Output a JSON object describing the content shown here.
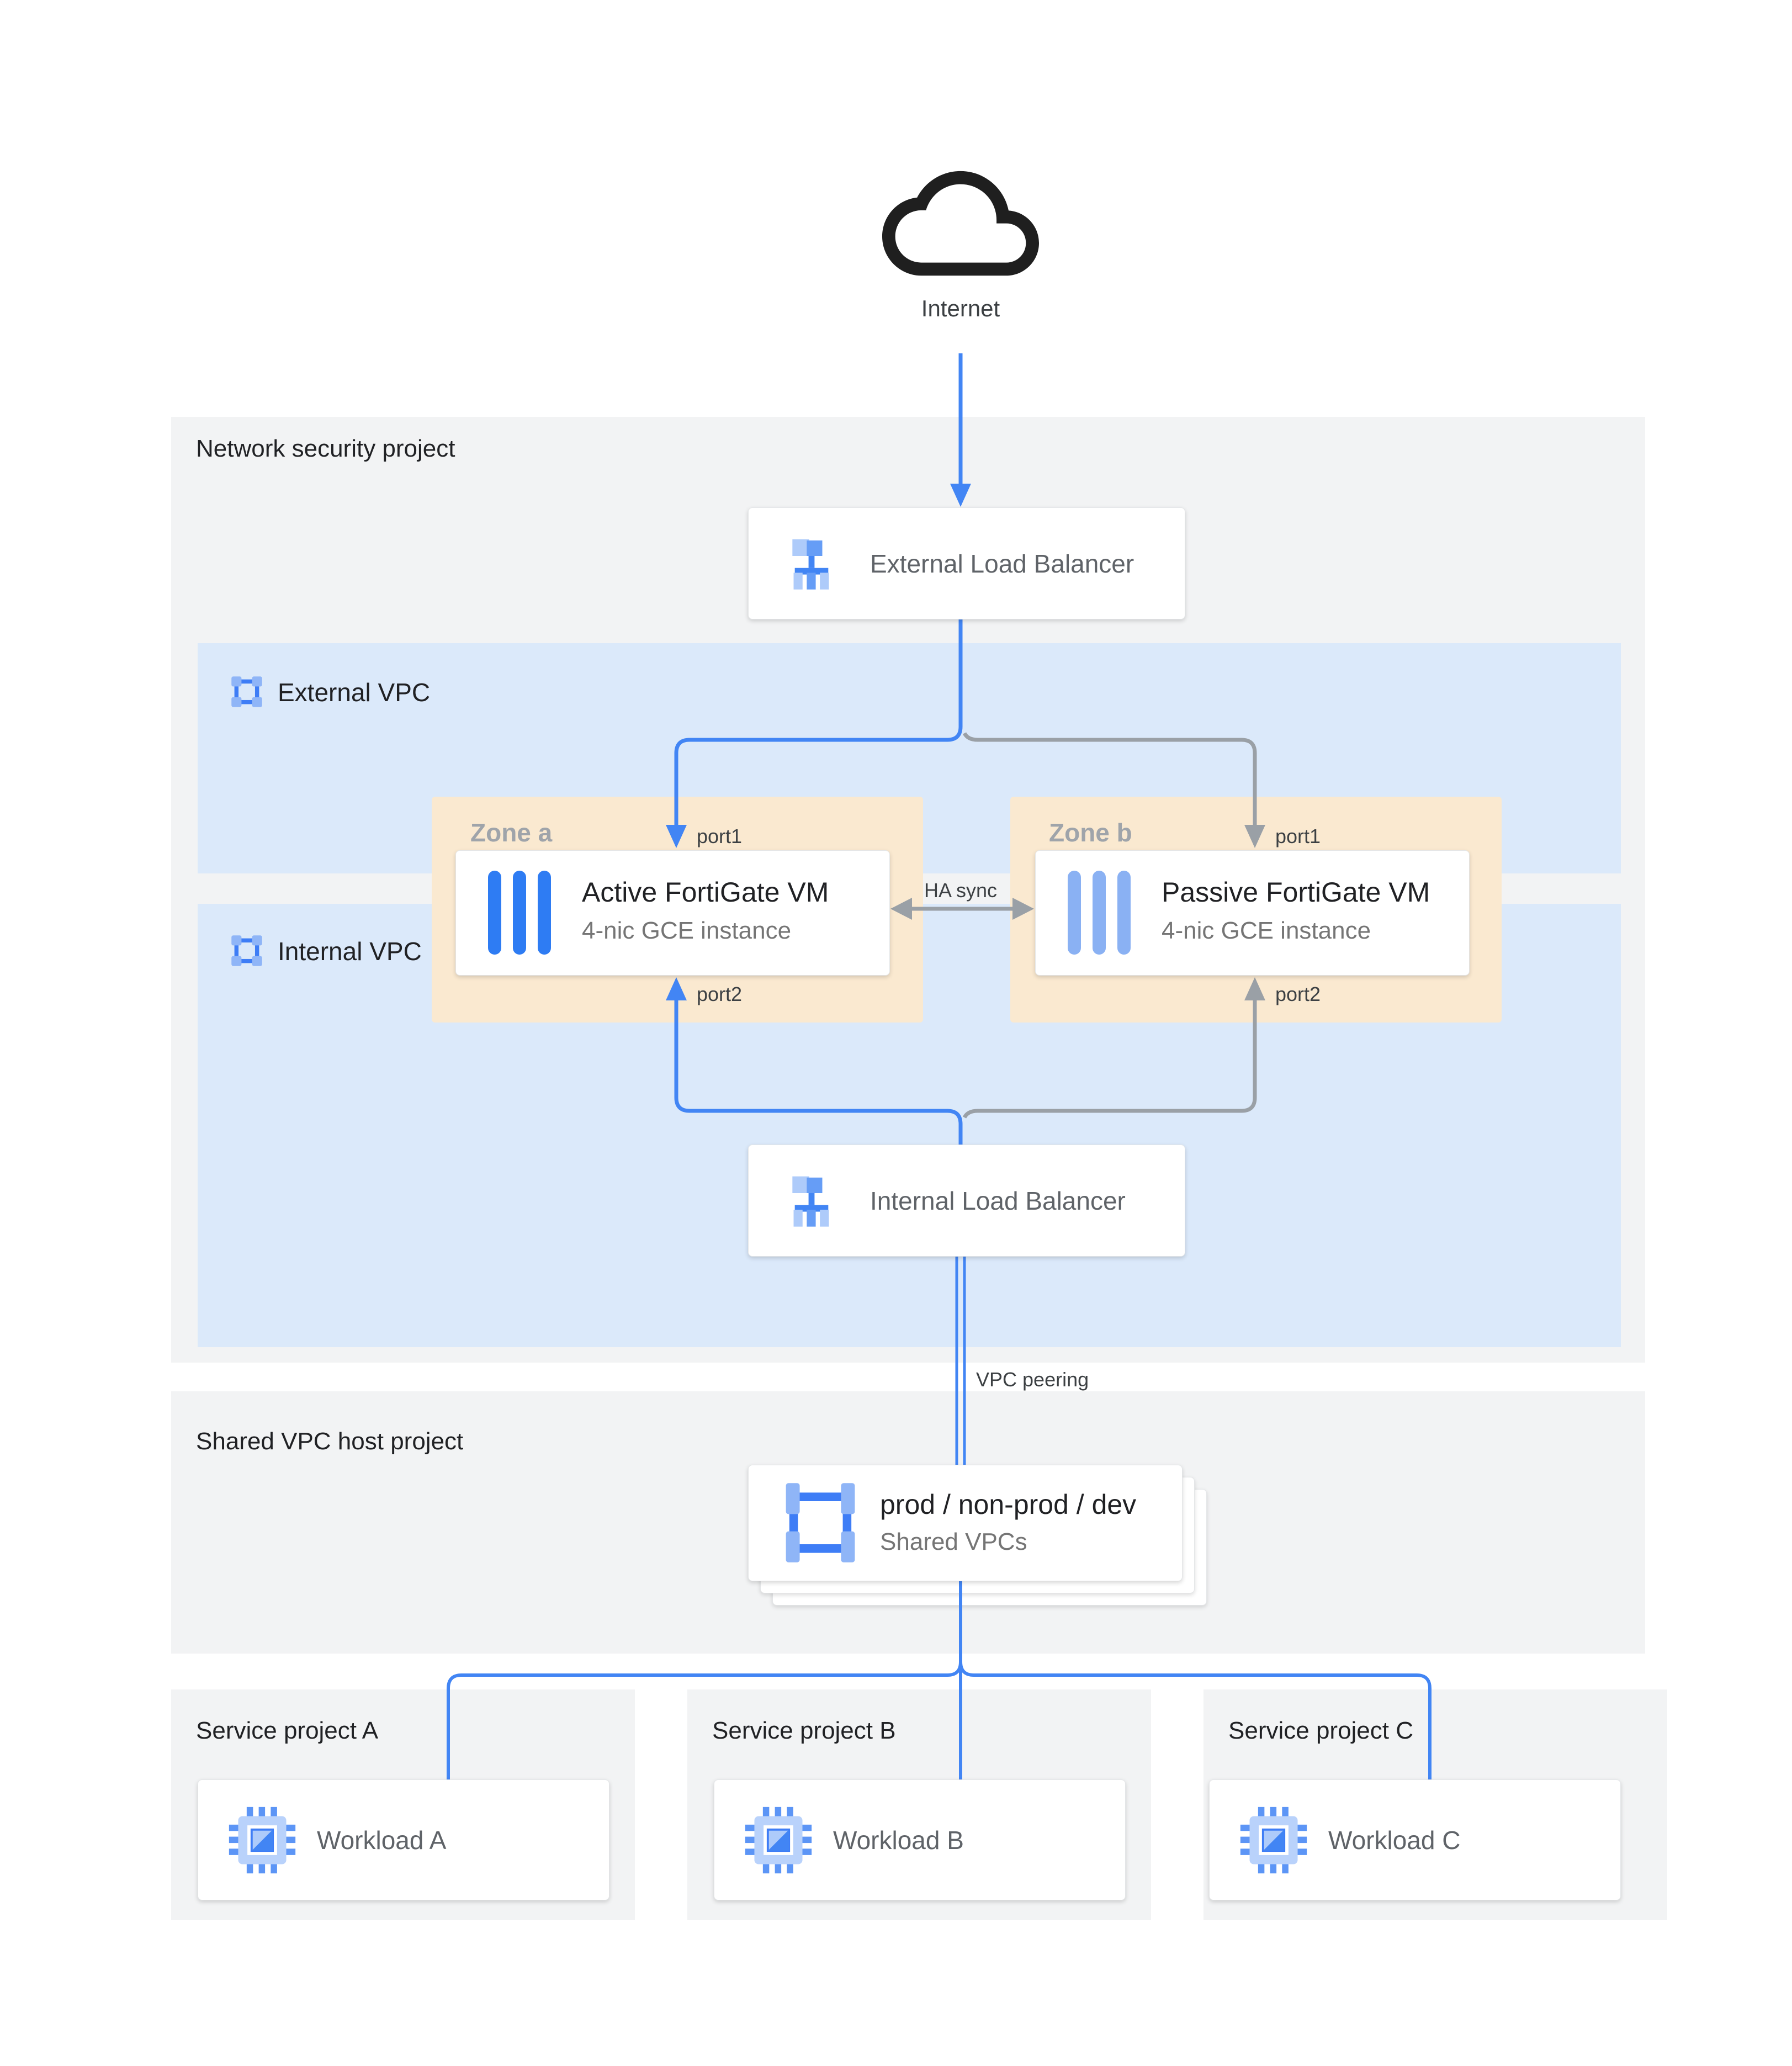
{
  "diagram": {
    "internet_label": "Internet",
    "network_security_project": {
      "label": "Network security project",
      "external_lb": {
        "label": "External Load Balancer"
      },
      "internal_lb": {
        "label": "Internal Load Balancer"
      },
      "external_vpc": {
        "label": "External VPC"
      },
      "internal_vpc": {
        "label": "Internal VPC"
      },
      "zone_a": {
        "label": "Zone a",
        "vm_title": "Active FortiGate VM",
        "vm_subtitle": "4-nic GCE instance",
        "port1": "port1",
        "port2": "port2"
      },
      "zone_b": {
        "label": "Zone b",
        "vm_title": "Passive FortiGate VM",
        "vm_subtitle": "4-nic GCE instance",
        "port1": "port1",
        "port2": "port2"
      },
      "ha_sync_label": "HA sync"
    },
    "vpc_peering_label": "VPC peering",
    "shared_vpc_host_project": {
      "label": "Shared VPC host project",
      "card_title": "prod / non-prod / dev",
      "card_subtitle": "Shared VPCs"
    },
    "service_projects": [
      {
        "label": "Service project A",
        "workload": "Workload A"
      },
      {
        "label": "Service project B",
        "workload": "Workload B"
      },
      {
        "label": "Service project C",
        "workload": "Workload C"
      }
    ],
    "icons": {
      "cloud": "internet-cloud-icon",
      "load_balancer": "load-balancer-icon",
      "vpc": "vpc-network-icon",
      "shared_vpc": "shared-vpc-icon",
      "fortigate_vm": "fortigate-vm-bars-icon",
      "workload": "compute-chip-icon"
    },
    "colors": {
      "accent_blue": "#4285F4",
      "light_blue": "#8AB4F8",
      "line_gray": "#9AA0A6",
      "container_bg": "#F2F3F4",
      "vpc_band_bg": "#DBE9FA",
      "zone_bg": "#FAE9D0",
      "title_text": "#202124",
      "muted_text": "#5F6368"
    }
  }
}
